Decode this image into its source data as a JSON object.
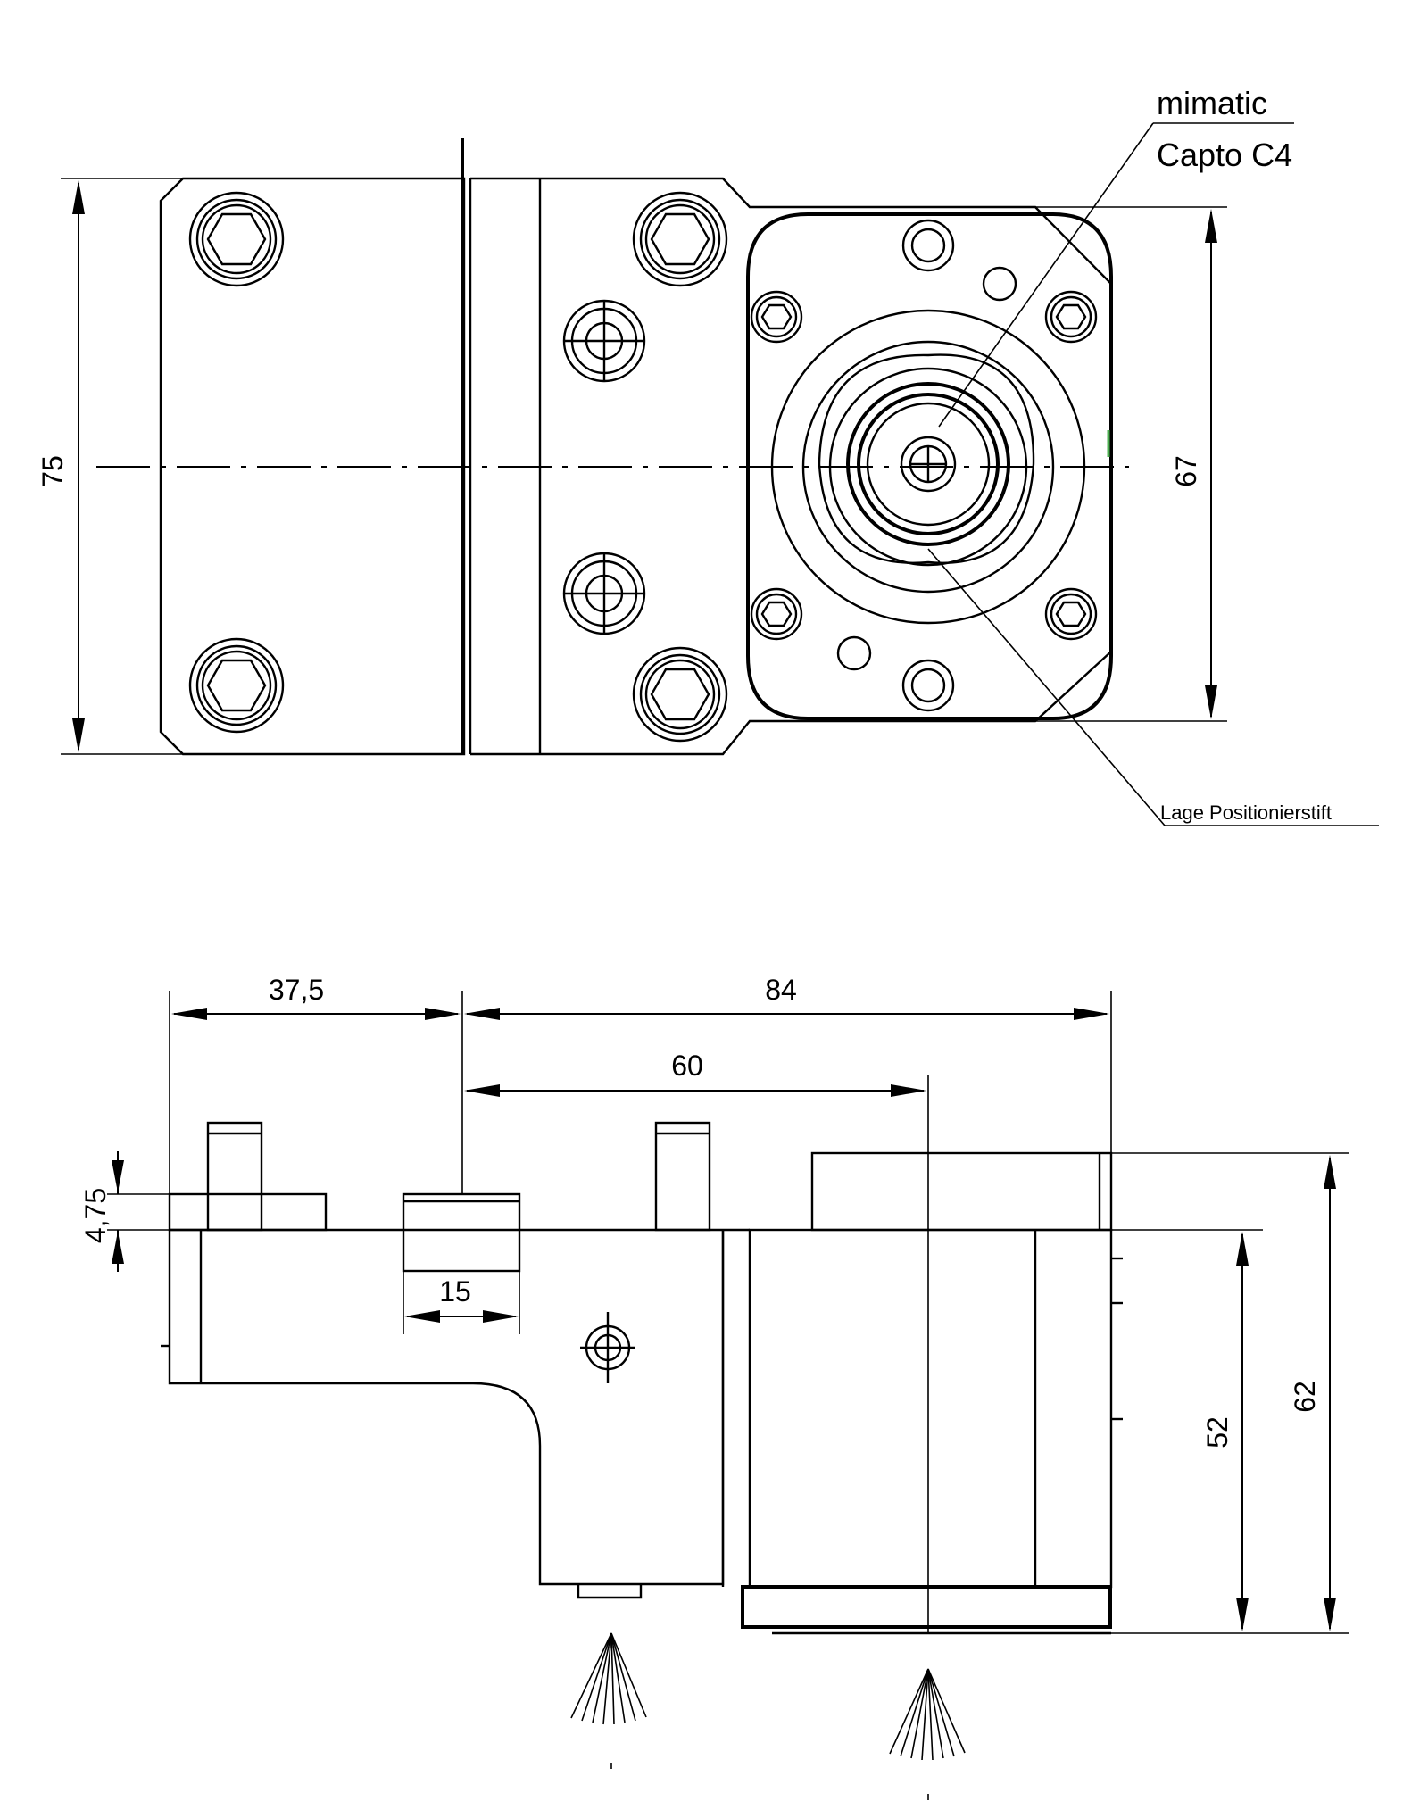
{
  "labels": {
    "mimatic": "mimatic",
    "capto": "Capto C4",
    "lage": "Lage Positionierstift"
  },
  "dimensions": {
    "d75": "75",
    "d67": "67",
    "d37_5": "37,5",
    "d84": "84",
    "d60": "60",
    "d4_75": "4,75",
    "d15": "15",
    "d52": "52",
    "d62": "62"
  },
  "colors": {
    "line": "#000000",
    "accent": "#4caf50"
  }
}
